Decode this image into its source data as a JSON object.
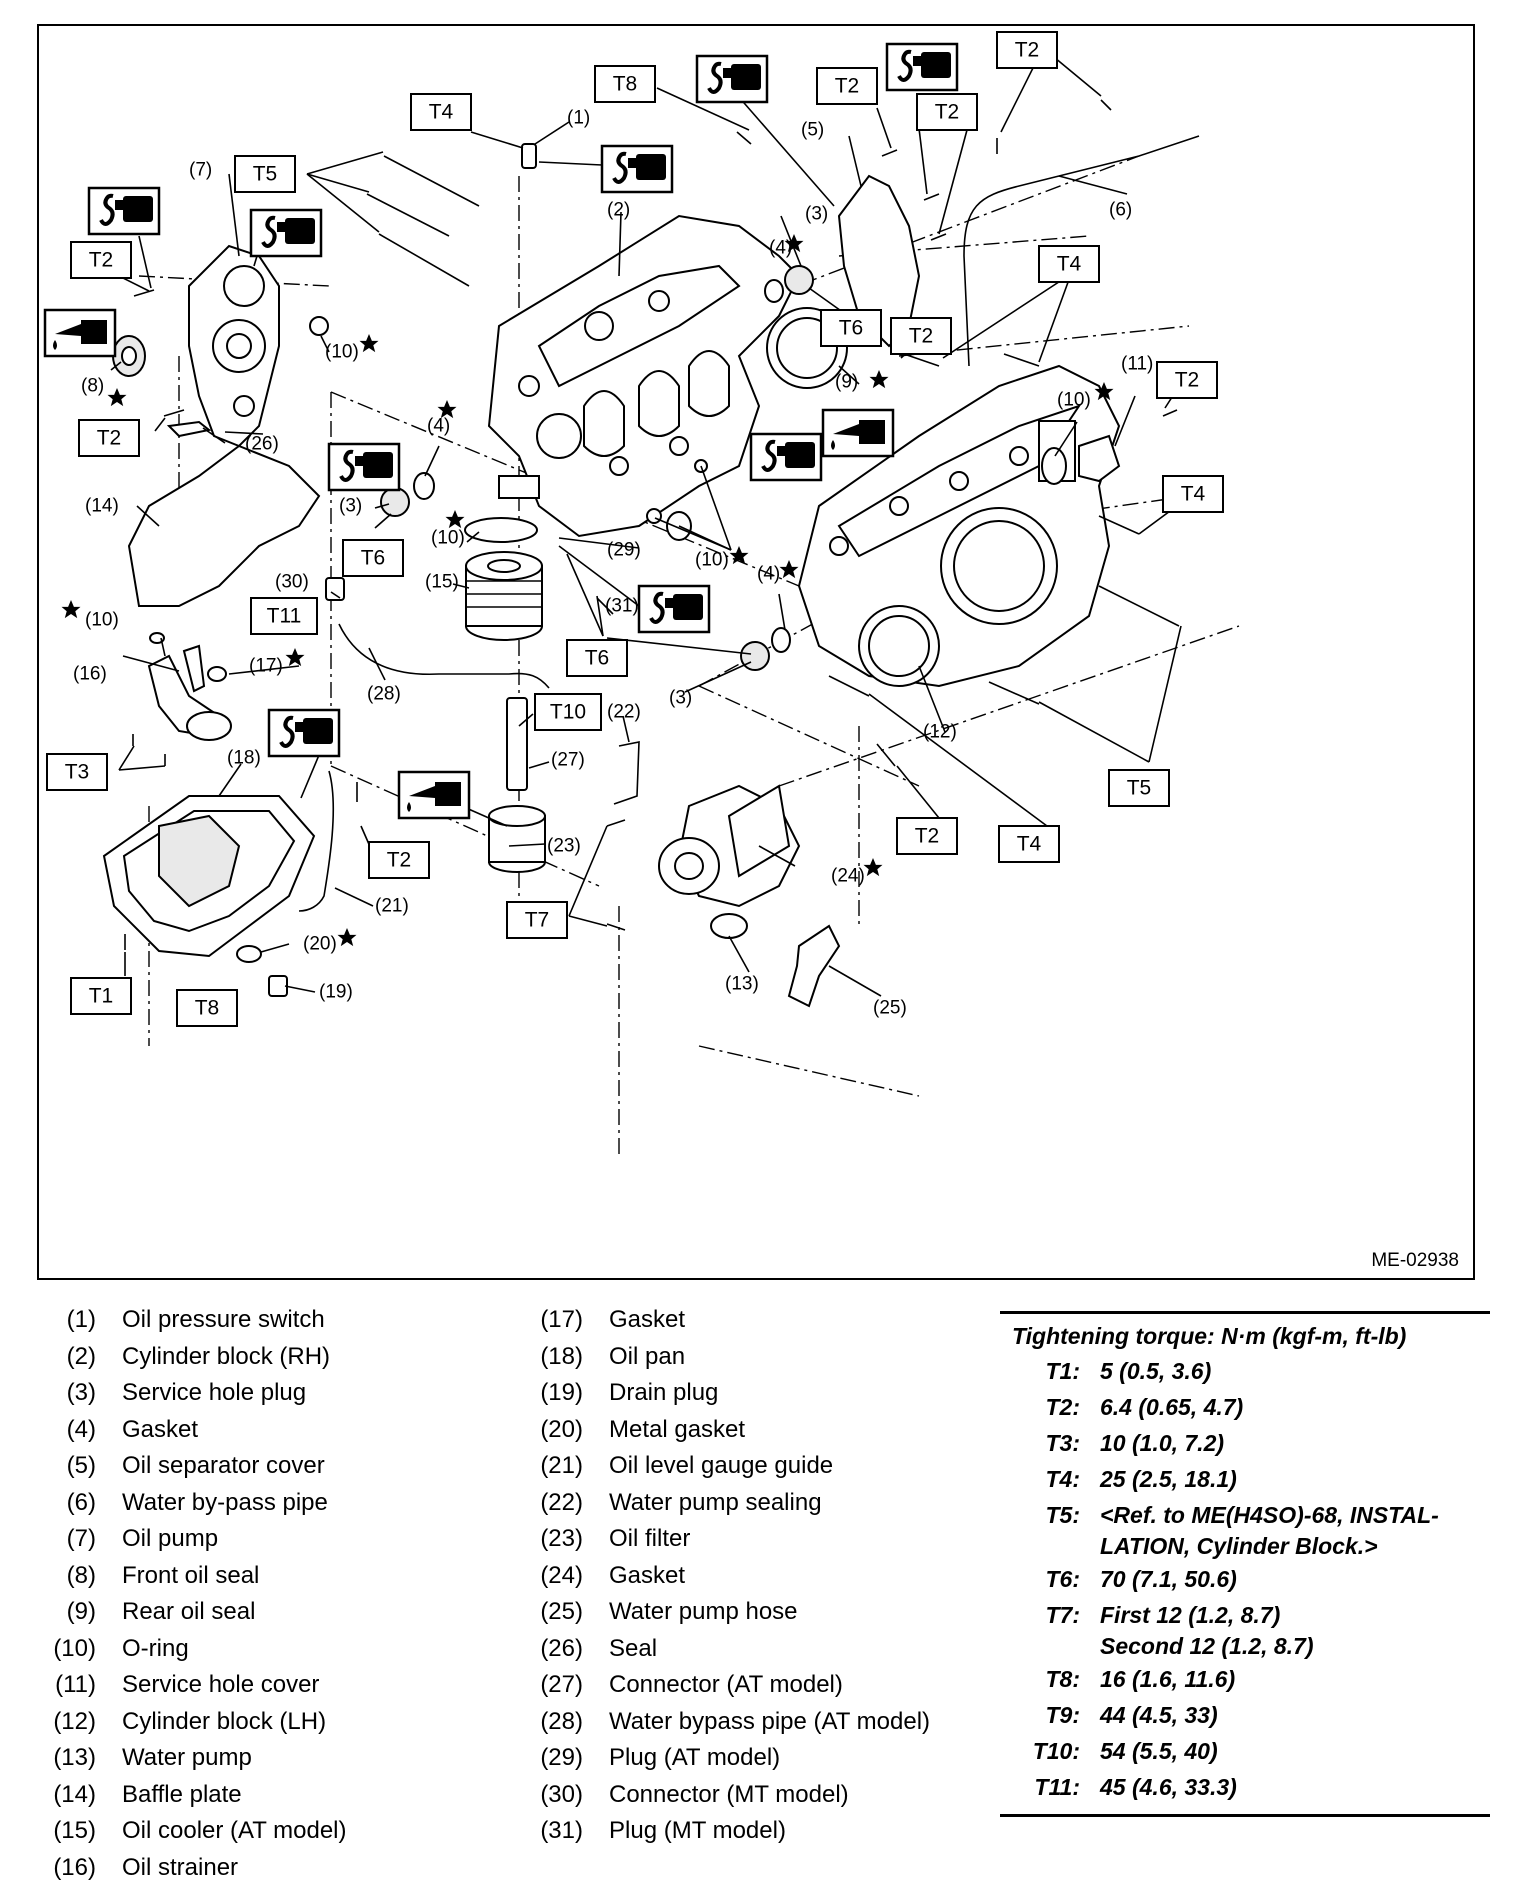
{
  "diagram": {
    "image_code": "ME-02938",
    "torque_labels": [
      "T1",
      "T2",
      "T3",
      "T4",
      "T5",
      "T6",
      "T7",
      "T8",
      "T10",
      "T11"
    ],
    "callouts": [
      "(1)",
      "(2)",
      "(3)",
      "(4)",
      "(5)",
      "(6)",
      "(7)",
      "(8)",
      "(9)",
      "(10)",
      "(11)",
      "(12)",
      "(13)",
      "(14)",
      "(15)",
      "(16)",
      "(17)",
      "(18)",
      "(19)",
      "(20)",
      "(21)",
      "(22)",
      "(23)",
      "(24)",
      "(25)",
      "(26)",
      "(27)",
      "(28)",
      "(29)",
      "(30)",
      "(31)"
    ]
  },
  "legend": [
    {
      "num": "(1)",
      "name": "Oil pressure switch"
    },
    {
      "num": "(2)",
      "name": "Cylinder block (RH)"
    },
    {
      "num": "(3)",
      "name": "Service hole plug"
    },
    {
      "num": "(4)",
      "name": "Gasket"
    },
    {
      "num": "(5)",
      "name": "Oil separator cover"
    },
    {
      "num": "(6)",
      "name": "Water by-pass pipe"
    },
    {
      "num": "(7)",
      "name": "Oil pump"
    },
    {
      "num": "(8)",
      "name": "Front oil seal"
    },
    {
      "num": "(9)",
      "name": "Rear oil seal"
    },
    {
      "num": "(10)",
      "name": "O-ring"
    },
    {
      "num": "(11)",
      "name": "Service hole cover"
    },
    {
      "num": "(12)",
      "name": "Cylinder block (LH)"
    },
    {
      "num": "(13)",
      "name": "Water pump"
    },
    {
      "num": "(14)",
      "name": "Baffle plate"
    },
    {
      "num": "(15)",
      "name": "Oil cooler (AT model)"
    },
    {
      "num": "(16)",
      "name": "Oil strainer"
    },
    {
      "num": "(17)",
      "name": "Gasket"
    },
    {
      "num": "(18)",
      "name": "Oil pan"
    },
    {
      "num": "(19)",
      "name": "Drain plug"
    },
    {
      "num": "(20)",
      "name": "Metal gasket"
    },
    {
      "num": "(21)",
      "name": "Oil level gauge guide"
    },
    {
      "num": "(22)",
      "name": "Water pump sealing"
    },
    {
      "num": "(23)",
      "name": "Oil filter"
    },
    {
      "num": "(24)",
      "name": "Gasket"
    },
    {
      "num": "(25)",
      "name": "Water pump hose"
    },
    {
      "num": "(26)",
      "name": "Seal"
    },
    {
      "num": "(27)",
      "name": "Connector (AT model)"
    },
    {
      "num": "(28)",
      "name": "Water bypass pipe (AT model)"
    },
    {
      "num": "(29)",
      "name": "Plug (AT model)"
    },
    {
      "num": "(30)",
      "name": "Connector (MT model)"
    },
    {
      "num": "(31)",
      "name": "Plug (MT model)"
    }
  ],
  "torque": {
    "title": "Tightening torque: N·m (kgf-m, ft-lb)",
    "rows": [
      {
        "code": "T1:",
        "value": "5 (0.5, 3.6)"
      },
      {
        "code": "T2:",
        "value": "6.4 (0.65, 4.7)"
      },
      {
        "code": "T3:",
        "value": "10 (1.0, 7.2)"
      },
      {
        "code": "T4:",
        "value": "25 (2.5, 18.1)"
      },
      {
        "code": "T5:",
        "value": "<Ref. to ME(H4SO)-68, INSTAL-\nLATION, Cylinder Block.>"
      },
      {
        "code": "T6:",
        "value": "70 (7.1, 50.6)"
      },
      {
        "code": "T7:",
        "value": "First 12 (1.2, 8.7)\nSecond 12 (1.2, 8.7)"
      },
      {
        "code": "T8:",
        "value": "16 (1.6, 11.6)"
      },
      {
        "code": "T9:",
        "value": "44 (4.5, 33)"
      },
      {
        "code": "T10:",
        "value": "54 (5.5, 40)"
      },
      {
        "code": "T11:",
        "value": "45 (4.6, 33.3)"
      }
    ]
  },
  "icons": {
    "sealant": "sealant-icon",
    "oil": "oil-can-icon",
    "replace": "star-icon"
  }
}
